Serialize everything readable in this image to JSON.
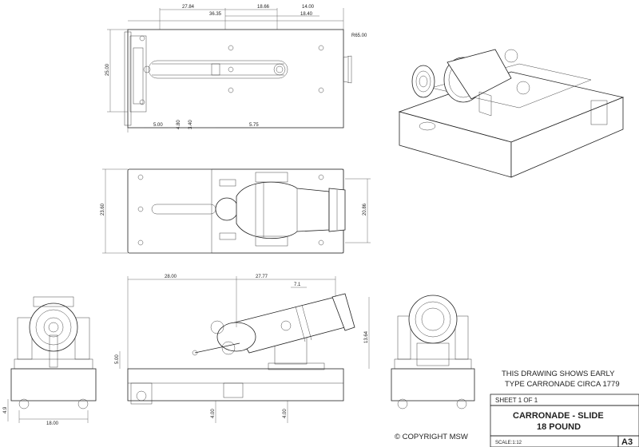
{
  "top_view": {
    "dims": [
      "27.84",
      "36.35",
      "18.66",
      "14.00",
      "18.40",
      "R65.00",
      "25.00",
      "5.00",
      "4.80",
      "3.40",
      "5.75"
    ]
  },
  "front_view": {
    "dims": [
      "23.60",
      "20.86"
    ]
  },
  "side_view": {
    "dims": [
      "28.00",
      "27.77",
      "7.1",
      "5.00",
      "13.64",
      "4.00",
      "4.00"
    ]
  },
  "end_view": {
    "dims": [
      "4.9",
      "18.00"
    ]
  },
  "notes": {
    "line1": "THIS DRAWING SHOWS EARLY",
    "line2": "TYPE CARRONADE CIRCA 1779"
  },
  "title_block": {
    "sheet": "SHEET 1 OF 1",
    "title1": "CARRONADE - SLIDE",
    "title2": "18 POUND",
    "scale": "SCALE:1:12",
    "size": "A3"
  },
  "copyright": "© COPYRIGHT MSW"
}
